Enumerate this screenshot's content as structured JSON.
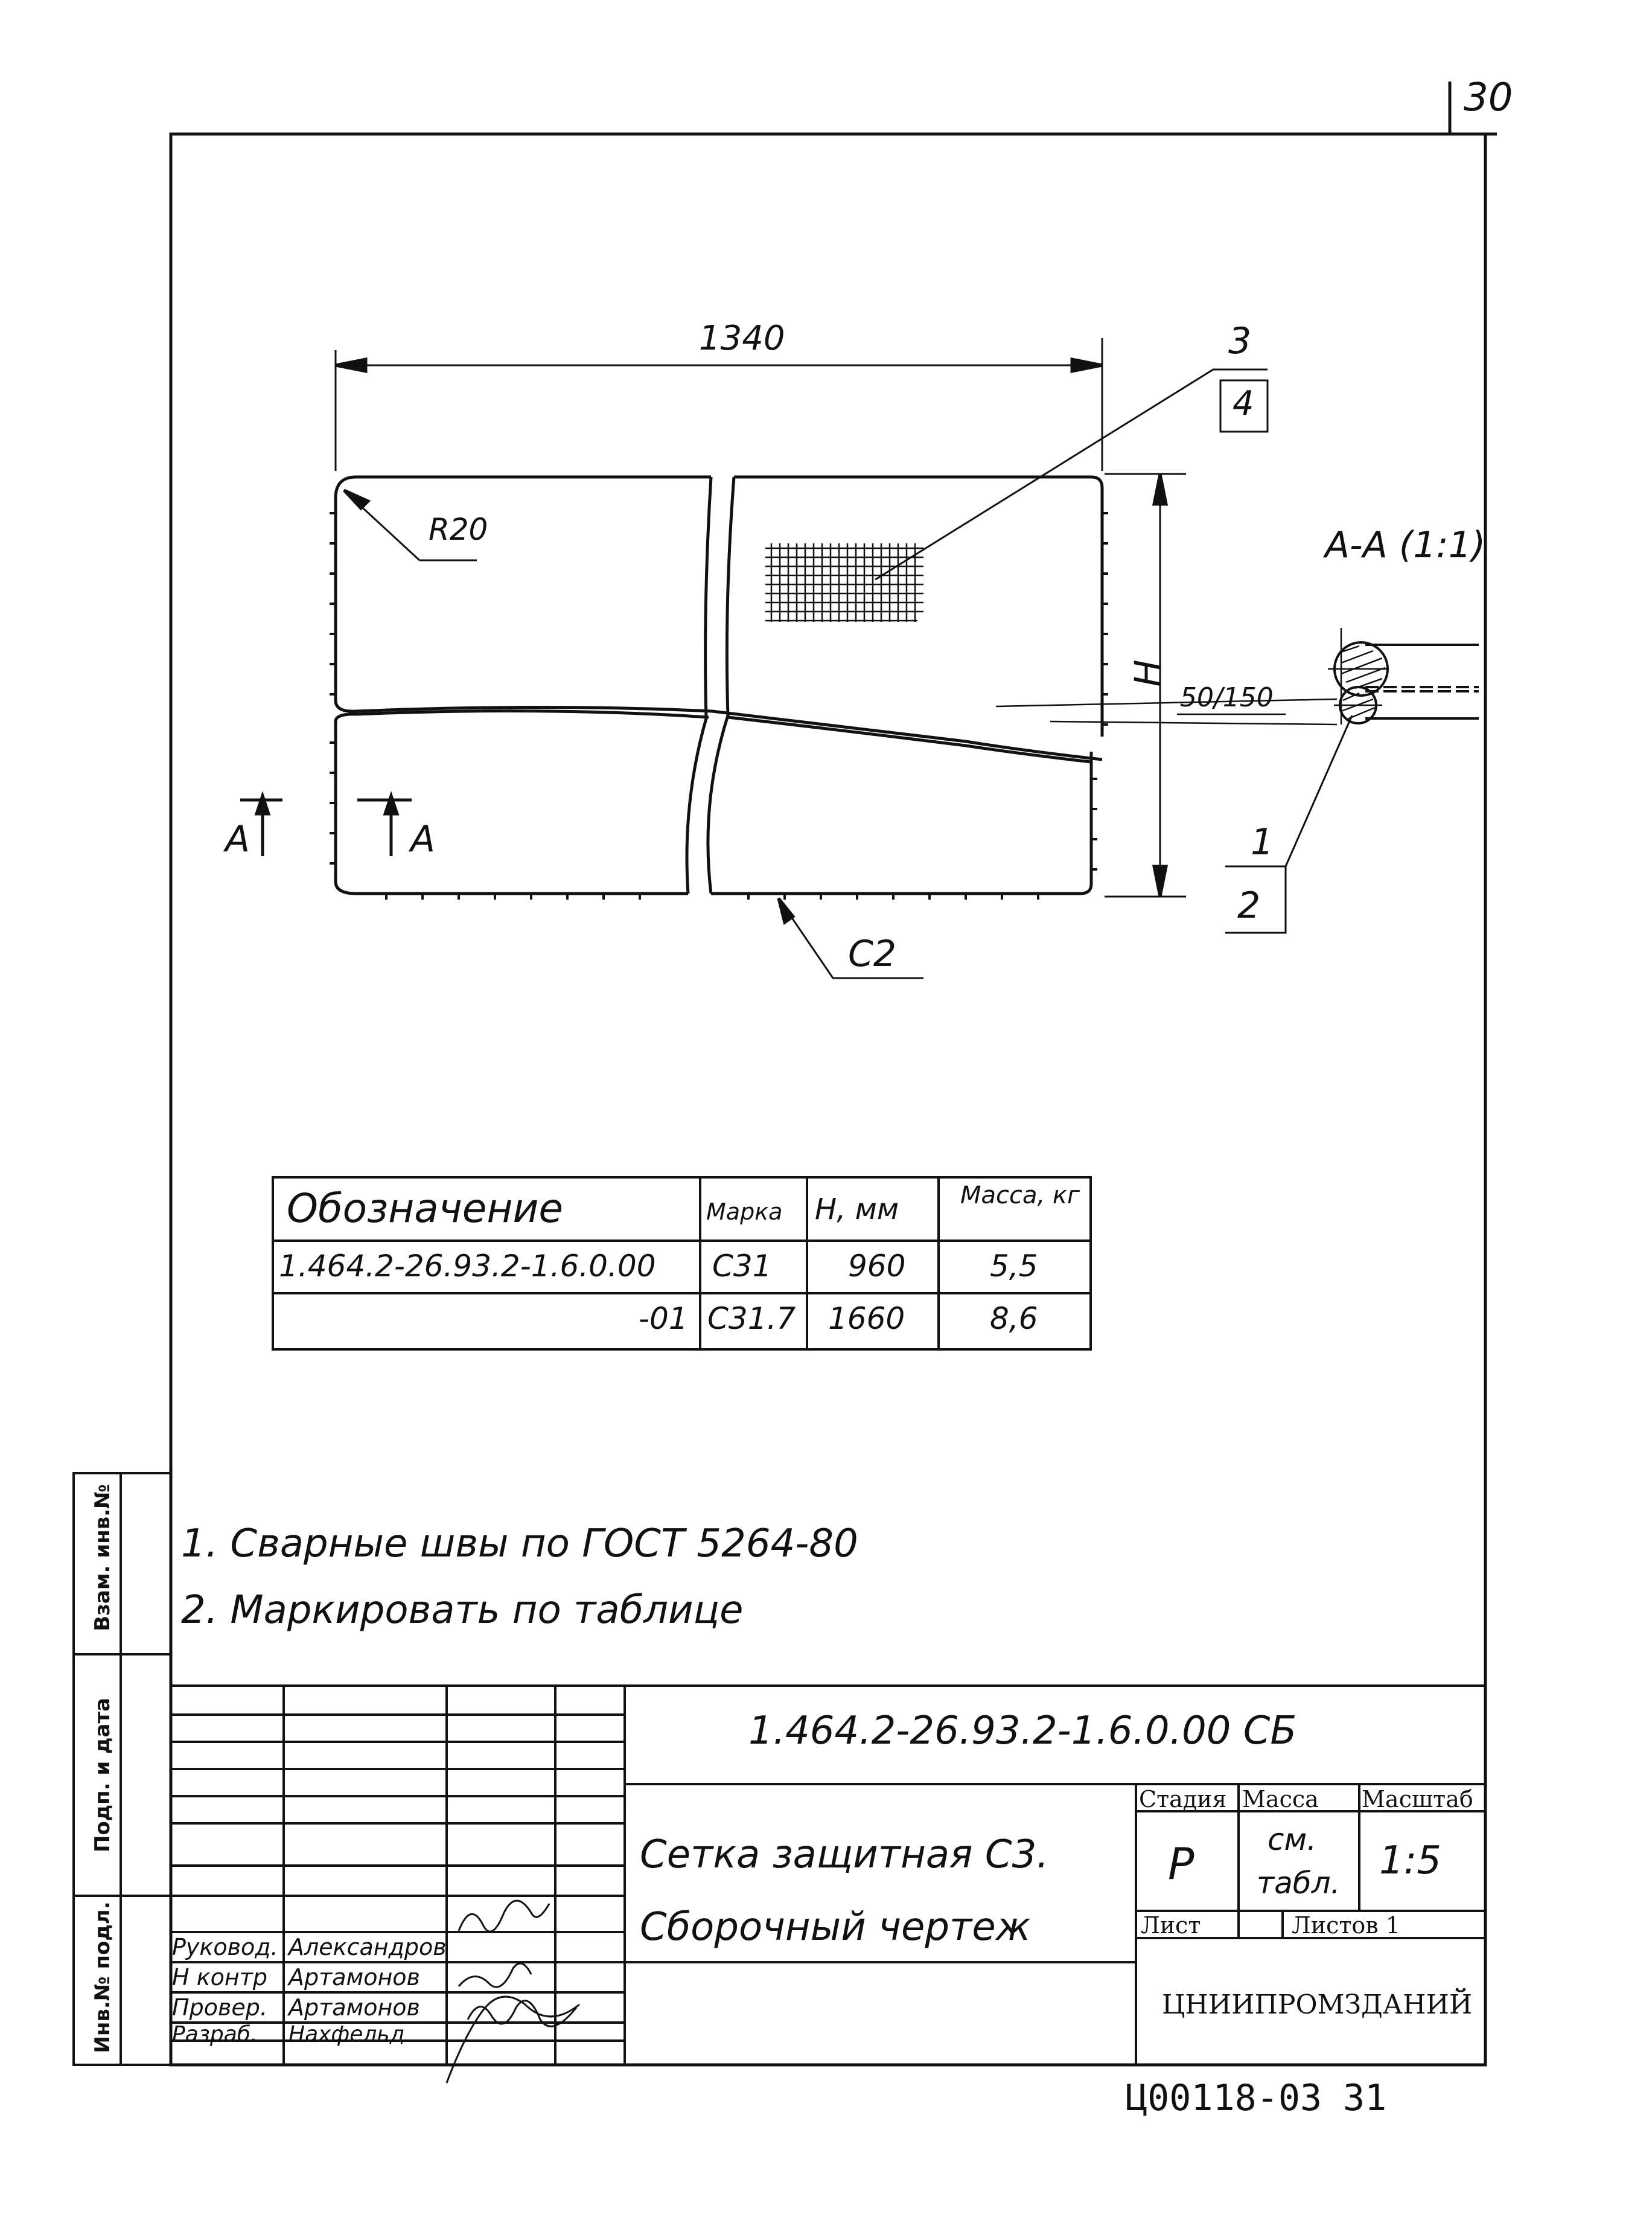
{
  "sheet_number_top": "30",
  "drawing": {
    "dim_width": "1340",
    "dim_height": "H",
    "radius": "R20",
    "callout_3": "3",
    "callout_4": "4",
    "callout_1": "1",
    "callout_2": "2",
    "weld_label": "C2",
    "section_mark_left": "A",
    "section_mark_right": "A",
    "section_title": "A-A (1:1)",
    "spacing_label": "50/150"
  },
  "spec_table": {
    "headers": [
      "Обозначение",
      "Марка",
      "H, мм",
      "Масса, кг"
    ],
    "rows": [
      [
        "1.464.2-26.93.2-1.6.0.00",
        "С31",
        "960",
        "5,5"
      ],
      [
        "-01",
        "С31.7",
        "1660",
        "8,6"
      ]
    ]
  },
  "notes": [
    "1. Сварные швы по ГОСТ 5264-80",
    "2. Маркировать по таблице"
  ],
  "side_stamp": {
    "inv_orig": "Инв.№ подл.",
    "sign_date": "Подп. и дата",
    "vzam": "Взам. инв.№"
  },
  "title_block": {
    "doc_code": "1.464.2-26.93.2-1.6.0.00 СБ",
    "title_line1": "Сетка защитная С3.",
    "title_line2": "Сборочный чертеж",
    "col_stage": "Стадия",
    "col_mass": "Масса",
    "col_scale": "Масштаб",
    "stage_value": "Р",
    "mass_value_1": "см.",
    "mass_value_2": "табл.",
    "scale_value": "1:5",
    "sheet_label": "Лист",
    "sheets_label": "Листов 1",
    "org": "ЦНИИПРОМЗДАНИЙ",
    "roles": [
      {
        "role": "Руковод.",
        "name": "Александров"
      },
      {
        "role": "Н контр",
        "name": "Артамонов"
      },
      {
        "role": "Провер.",
        "name": "Артамонов"
      },
      {
        "role": "Разраб.",
        "name": "Нахфельд"
      }
    ]
  },
  "footer_code": "Ц00118-03",
  "footer_page": "31"
}
